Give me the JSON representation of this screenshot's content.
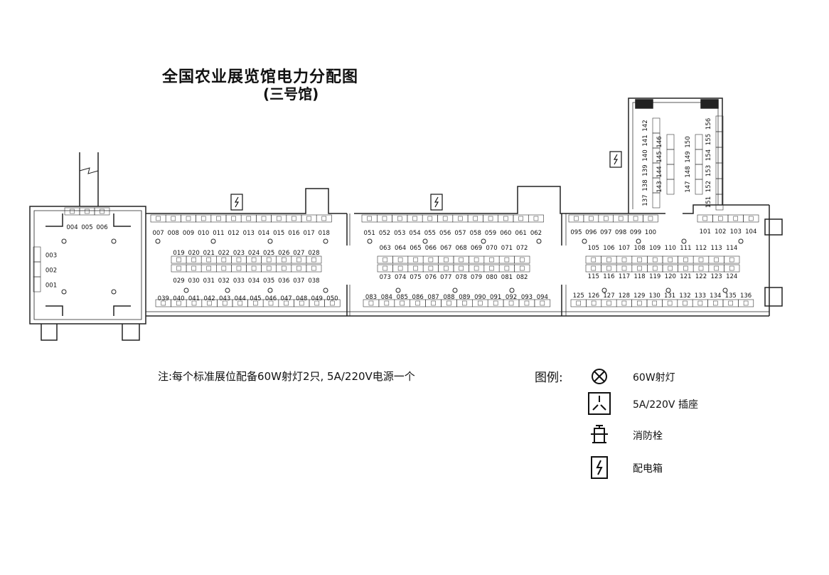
{
  "title": "全国农业展览馆电力分配图",
  "subtitle": "(三号馆)",
  "note": "注:每个标准展位配备60W射灯2只, 5A/220V电源一个",
  "legend": {
    "title": "图例:",
    "items": [
      {
        "icon": "spotlight-icon",
        "label": "60W射灯"
      },
      {
        "icon": "socket-icon",
        "label": "5A/220V 插座"
      },
      {
        "icon": "fire-hydrant-icon",
        "label": "消防栓"
      },
      {
        "icon": "distribution-box-icon",
        "label": "配电箱"
      }
    ]
  },
  "booths": {
    "left_vertical": [
      "003",
      "002",
      "001"
    ],
    "left_top": [
      "004",
      "005",
      "006"
    ],
    "row_a_top": [
      "007",
      "008",
      "009",
      "010",
      "011",
      "012",
      "013",
      "014",
      "015",
      "016",
      "017",
      "018"
    ],
    "row_a_mid_upper": [
      "019",
      "020",
      "021",
      "022",
      "023",
      "024",
      "025",
      "026",
      "027",
      "028"
    ],
    "row_a_mid_lower": [
      "029",
      "030",
      "031",
      "032",
      "033",
      "034",
      "035",
      "036",
      "037",
      "038"
    ],
    "row_a_bottom": [
      "039",
      "040",
      "041",
      "042",
      "043",
      "044",
      "045",
      "046",
      "047",
      "048",
      "049",
      "050"
    ],
    "row_b_top": [
      "051",
      "052",
      "053",
      "054",
      "055",
      "056",
      "057",
      "058",
      "059",
      "060",
      "061",
      "062"
    ],
    "row_b_mid_upper": [
      "063",
      "064",
      "065",
      "066",
      "067",
      "068",
      "069",
      "070",
      "071",
      "072"
    ],
    "row_b_mid_lower": [
      "073",
      "074",
      "075",
      "076",
      "077",
      "078",
      "079",
      "080",
      "081",
      "082"
    ],
    "row_b_bottom": [
      "083",
      "084",
      "085",
      "086",
      "087",
      "088",
      "089",
      "090",
      "091",
      "092",
      "093",
      "094"
    ],
    "row_c_top_left": [
      "095",
      "096",
      "097",
      "098",
      "099",
      "100"
    ],
    "row_c_top_right": [
      "101",
      "102",
      "103",
      "104"
    ],
    "row_c_mid_upper": [
      "105",
      "106",
      "107",
      "108",
      "109",
      "110",
      "111",
      "112",
      "113",
      "114"
    ],
    "row_c_mid_lower": [
      "115",
      "116",
      "117",
      "118",
      "119",
      "120",
      "121",
      "122",
      "123",
      "124"
    ],
    "row_c_bottom": [
      "125",
      "126",
      "127",
      "128",
      "129",
      "130",
      "131",
      "132",
      "133",
      "134",
      "135",
      "136"
    ],
    "annex_left_col": [
      "137",
      "138",
      "139",
      "140",
      "141",
      "142"
    ],
    "annex_mid_left_col": [
      "143",
      "144",
      "145",
      "146"
    ],
    "annex_mid_right_col": [
      "147",
      "148",
      "149",
      "150"
    ],
    "annex_right_col": [
      "151",
      "152",
      "153",
      "154",
      "155",
      "156"
    ]
  }
}
